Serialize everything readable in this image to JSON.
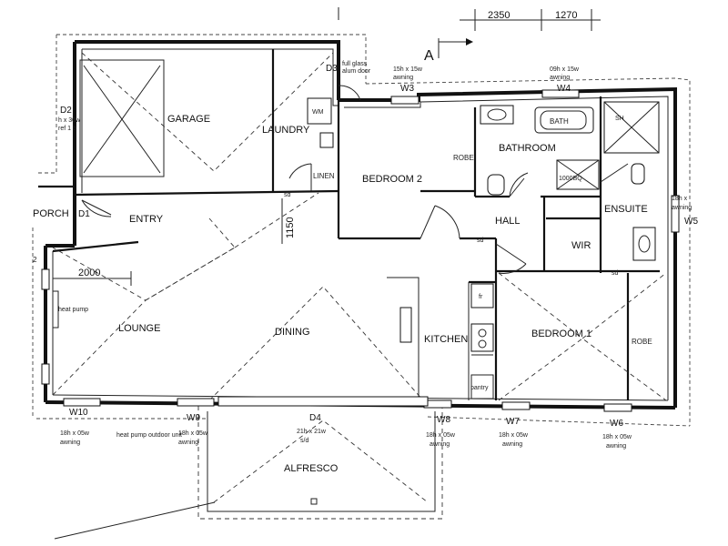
{
  "rooms": {
    "garage": "GARAGE",
    "laundry": "LAUNDRY",
    "bedroom2": "BEDROOM 2",
    "bathroom": "BATHROOM",
    "robe_top": "ROBE",
    "entry": "ENTRY",
    "porch": "PORCH",
    "hall": "HALL",
    "linen": "LINEN",
    "ensuite": "ENSUITE",
    "wir": "WIR",
    "lounge": "LOUNGE",
    "dining": "DINING",
    "kitchen": "KITCHEN",
    "pantry": "pantry",
    "bedroom1": "BEDROOM 1",
    "robe_right": "ROBE",
    "alfresco": "ALFRESCO"
  },
  "fixtures": {
    "bath": "BATH",
    "sh": "SH",
    "wm": "WM",
    "fr": "fr",
    "heat_pump": "heat pump",
    "heat_pump_outdoor": "heat pump outdoor unit",
    "ensuite_vanity": "1000BQ"
  },
  "section": {
    "marker": "A"
  },
  "dimensions": {
    "d1": "2350",
    "d2": "1270",
    "d3": "2000",
    "d4": "1150",
    "left_mark": "2"
  },
  "openings": {
    "D2": {
      "id": "D2",
      "size": "h x 30w",
      "note": "ref 1 b"
    },
    "D1": {
      "id": "D1"
    },
    "D3": {
      "id": "D3",
      "note1": "full glass",
      "note2": "alum door"
    },
    "D4": {
      "id": "D4",
      "size": "21h x 21w",
      "note": "s/d"
    },
    "W3": {
      "id": "W3",
      "size": "15h x 15w",
      "note": "awning"
    },
    "W4": {
      "id": "W4",
      "size": "09h x 15w",
      "note": "awning"
    },
    "W5": {
      "id": "W5",
      "size": "18h x",
      "note": "awning"
    },
    "W6": {
      "id": "W6",
      "size": "18h x 05w",
      "note": "awning"
    },
    "W7": {
      "id": "W7",
      "size": "18h x 05w",
      "note": "awning"
    },
    "W8": {
      "id": "W8",
      "size": "18h x 05w",
      "note": "awning"
    },
    "W9": {
      "id": "W9",
      "size": "18h x 05w",
      "note": "awning"
    },
    "W10": {
      "id": "W10",
      "size": "18h x 05w",
      "note": "awning"
    }
  },
  "markers": {
    "sd": "sd"
  }
}
